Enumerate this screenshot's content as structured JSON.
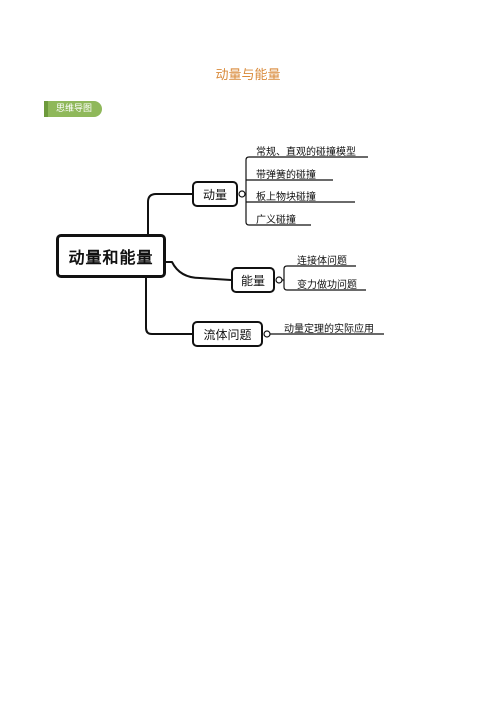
{
  "page": {
    "title": "动量与能量",
    "section_tag": "思维导图"
  },
  "mindmap": {
    "root": "动量和能量",
    "branches": [
      {
        "label": "动量",
        "children": [
          "常规、直观的碰撞模型",
          "带弹簧的碰撞",
          "板上物块碰撞",
          "广义碰撞"
        ]
      },
      {
        "label": "能量",
        "children": [
          "连接体问题",
          "变力做功问题"
        ]
      },
      {
        "label": "流体问题",
        "children": [
          "动量定理的实际应用"
        ]
      }
    ]
  },
  "colors": {
    "title": "#d98a3a",
    "tag_background": "#8fb85a",
    "line": "#111111"
  }
}
